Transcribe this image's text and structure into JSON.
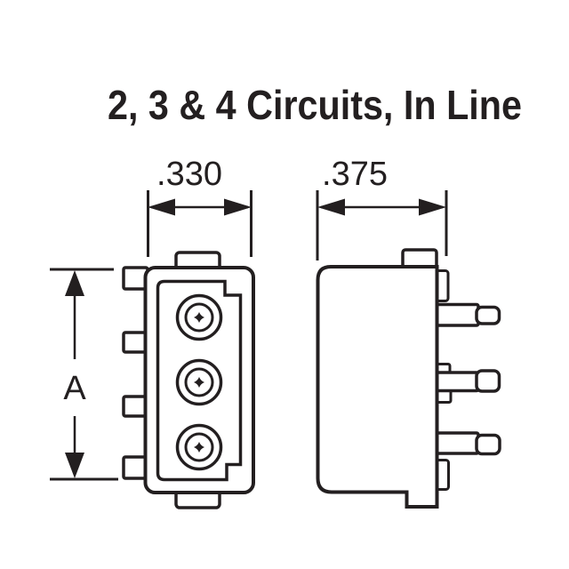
{
  "title": "2, 3 & 4 Circuits, In Line",
  "drawing": {
    "kind": "connector-technical-drawing",
    "front_view": {
      "width_dimension": ".330",
      "height_dimension_label": "A",
      "contact_count": 3
    },
    "side_view": {
      "width_dimension": ".375",
      "pin_count": 3
    }
  },
  "colors": {
    "ink": "#231f20",
    "background": "#ffffff"
  }
}
